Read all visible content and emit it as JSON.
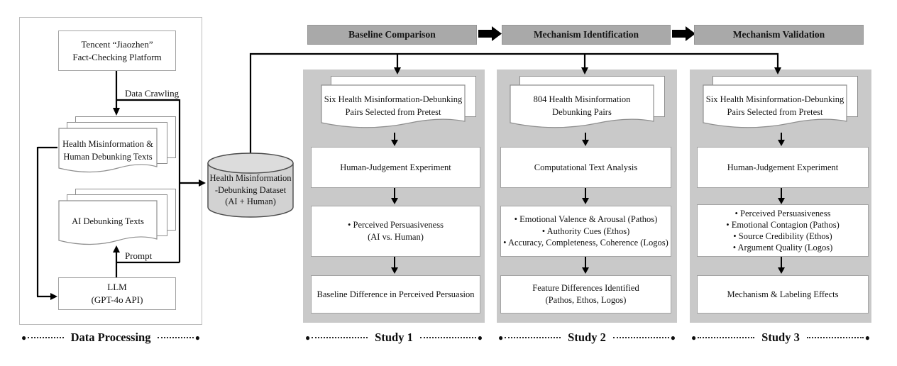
{
  "left": {
    "section_label": "Data Processing",
    "platform_line1": "Tencent “Jiaozhen”",
    "platform_line2": "Fact-Checking Platform",
    "crawl_label": "Data Crawling",
    "human_docs_line1": "Health Misinformation &",
    "human_docs_line2": "Human Debunking Texts",
    "ai_docs_line1": "AI Debunking Texts",
    "prompt_label": "Prompt",
    "llm_line1": "LLM",
    "llm_line2": "(GPT-4o API)"
  },
  "dataset": {
    "line1": "Health Misinformation",
    "line2": "-Debunking Dataset",
    "line3": "(AI + Human)"
  },
  "phases": [
    {
      "title": "Baseline Comparison"
    },
    {
      "title": "Mechanism Identification"
    },
    {
      "title": "Mechanism Validation"
    }
  ],
  "studies": [
    {
      "label": "Study 1",
      "doc_line1": "Six Health Misinformation-Debunking",
      "doc_line2": "Pairs Selected from Pretest",
      "method": "Human-Judgement Experiment",
      "measures": [
        "• Perceived Persuasiveness",
        "(AI vs. Human)"
      ],
      "outcome": [
        "Baseline Difference in Perceived Persuasion"
      ]
    },
    {
      "label": "Study 2",
      "doc_line1": "804 Health Misinformation",
      "doc_line2": "Debunking Pairs",
      "method": "Computational Text Analysis",
      "measures": [
        "• Emotional Valence & Arousal (Pathos)",
        "• Authority Cues (Ethos)",
        "• Accuracy, Completeness, Coherence (Logos)"
      ],
      "outcome": [
        "Feature Differences Identified",
        "(Pathos, Ethos, Logos)"
      ]
    },
    {
      "label": "Study 3",
      "doc_line1": "Six Health Misinformation-Debunking",
      "doc_line2": "Pairs Selected from Pretest",
      "method": "Human-Judgement Experiment",
      "measures": [
        "• Perceived Persuasiveness",
        "• Emotional Contagion (Pathos)",
        "• Source Credibility (Ethos)",
        "• Argument Quality (Logos)"
      ],
      "outcome": [
        "Mechanism & Labeling Effects"
      ]
    }
  ],
  "colors": {
    "panel_gray": "#c9c9c9",
    "phase_bar_gray": "#a9a9a9",
    "cylinder_gray": "#d4d4d4",
    "line_black": "#000000"
  }
}
